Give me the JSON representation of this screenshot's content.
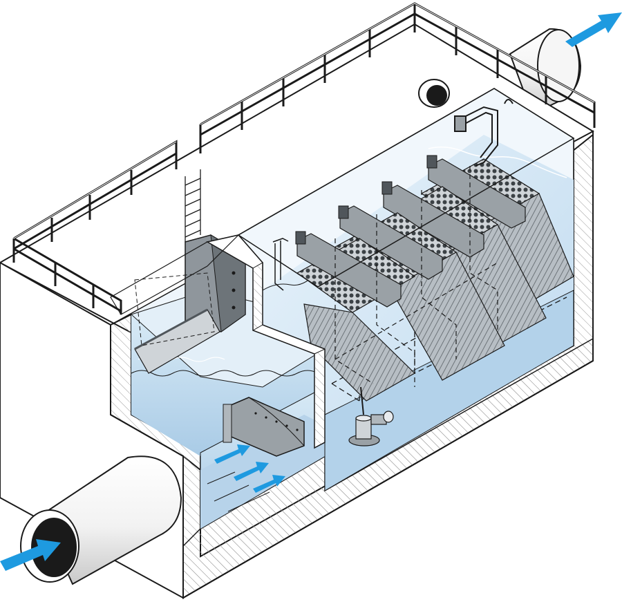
{
  "diagram": {
    "kind": "isometric cutaway of a lamella settling tank",
    "colors": {
      "outline": "#1a1a1a",
      "concrete": "#ffffff",
      "hatch": "#9a9a9a",
      "water_light": "#dcecf7",
      "water_mid": "#c3dcef",
      "water_deep": "#a9cbe6",
      "flow_arrow": "#1e9ae0",
      "steel": "#8f969c",
      "steel_dark": "#50565b",
      "plate": "#b7bec4",
      "pipe": "#f4f4f4"
    },
    "icons": {
      "inlet": "flow-arrow-in-icon",
      "outlet": "flow-arrow-out-icon",
      "pump": "pump-icon",
      "ladder": "ladder-icon"
    },
    "lamella_module_count": 4,
    "inlet_flow_arrow_count": 4
  }
}
